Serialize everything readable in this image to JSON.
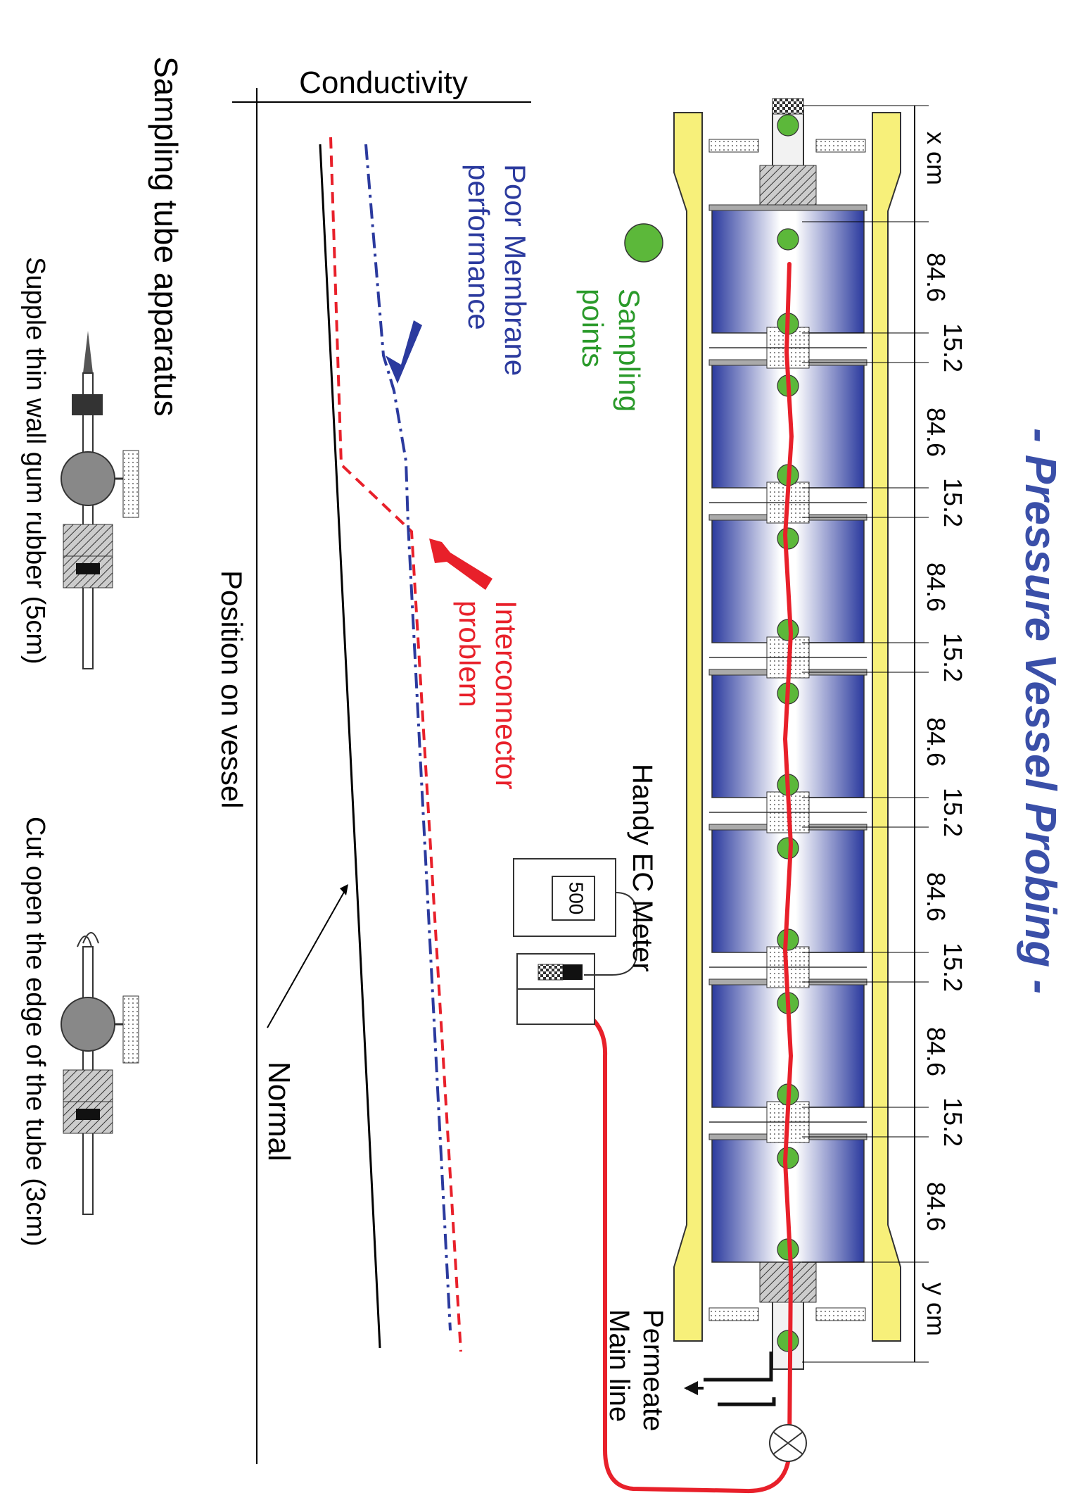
{
  "title": "- Pressure Vessel Probing -",
  "dimensions": {
    "start": "x cm",
    "end": "y cm",
    "element_lengths": [
      "84.6",
      "84.6",
      "84.6",
      "84.6",
      "84.6",
      "84.6",
      "84.6"
    ],
    "interconnector_lengths": [
      "15.2",
      "15.2",
      "15.2",
      "15.2",
      "15.2",
      "15.2"
    ]
  },
  "legend": {
    "sampling_points": "Sampling points"
  },
  "meter": {
    "label": "Handy EC Meter",
    "reading": "500"
  },
  "outlet": {
    "label": "Permeate Main line"
  },
  "chart": {
    "ylabel": "Conductivity",
    "xlabel": "Position on vessel",
    "normal_label": "Normal",
    "poor_label": "Poor Membrane performance",
    "interconnector_label": "Interconnector problem"
  },
  "apparatus": {
    "title": "Sampling tube apparatus",
    "tube1_caption": "Supple thin wall gum rubber (5cm)",
    "tube2_caption": "Cut open the edge of the tube (3cm)"
  },
  "colors": {
    "title_blue": "#3a4fa8",
    "membrane_blue": "#2b3a9e",
    "red": "#e8202a",
    "green": "#5cb83a",
    "yellow": "#f7f07a",
    "green_text": "#2a9a2a"
  }
}
